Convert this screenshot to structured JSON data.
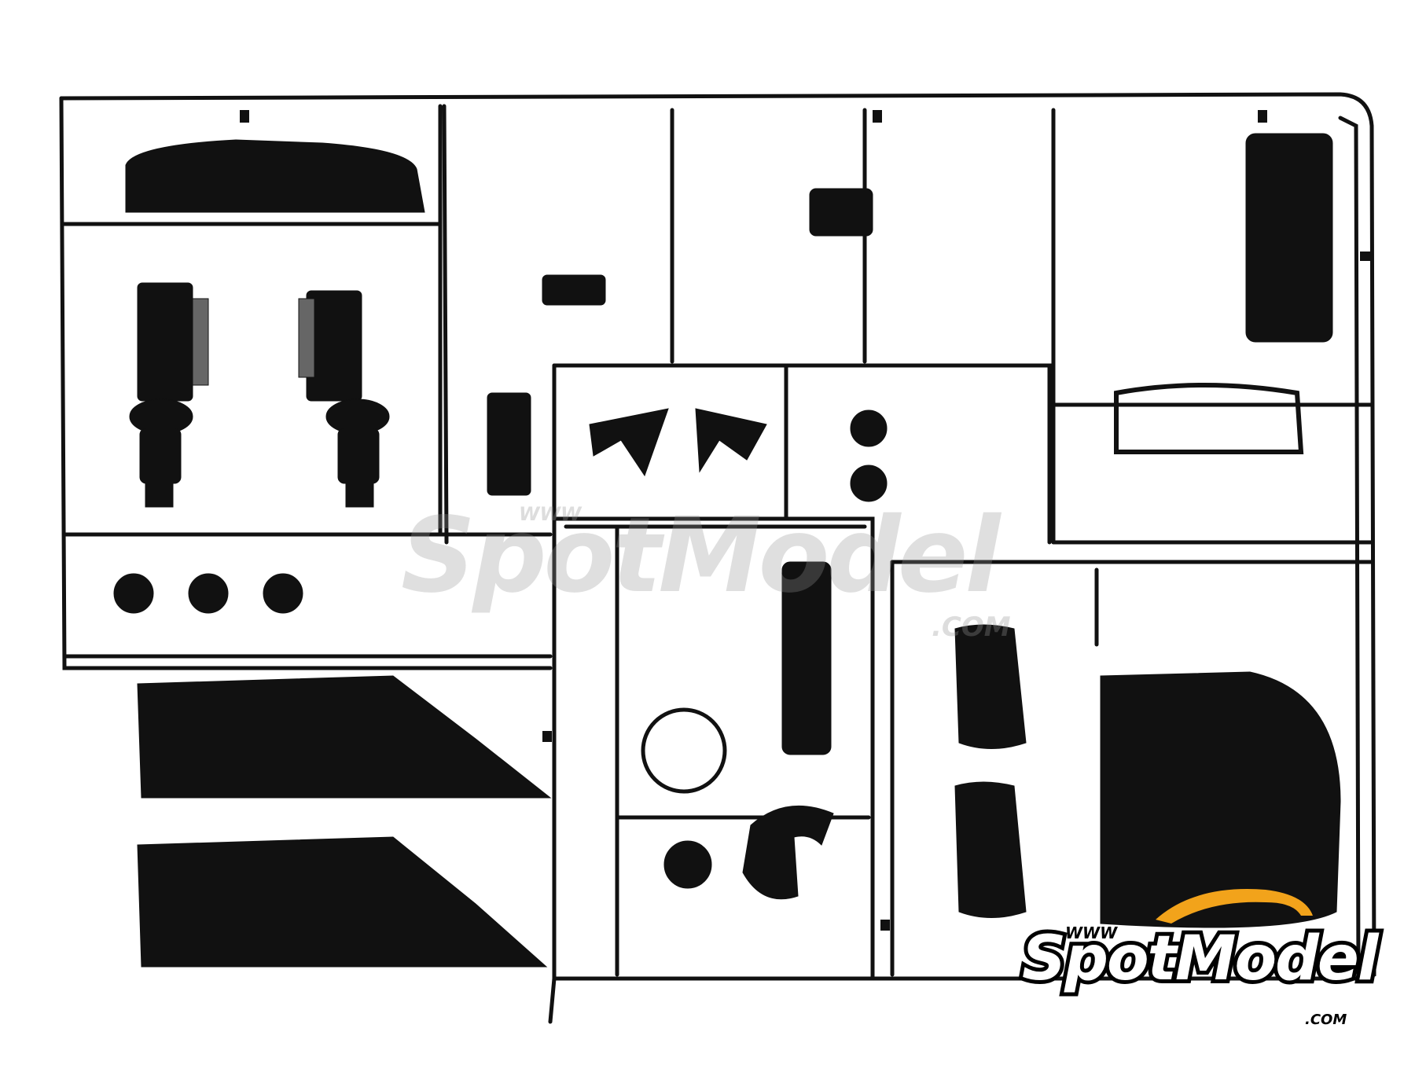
{
  "watermark": {
    "www": "WWW",
    "brand": "SpotModel",
    "domain": ".COM"
  },
  "logo": {
    "www": "WWW",
    "brand": "SpotModel",
    "domain": ".COM",
    "accent_color": "#f2a31b"
  },
  "colors": {
    "sprue": "#111111",
    "background": "#ffffff"
  }
}
